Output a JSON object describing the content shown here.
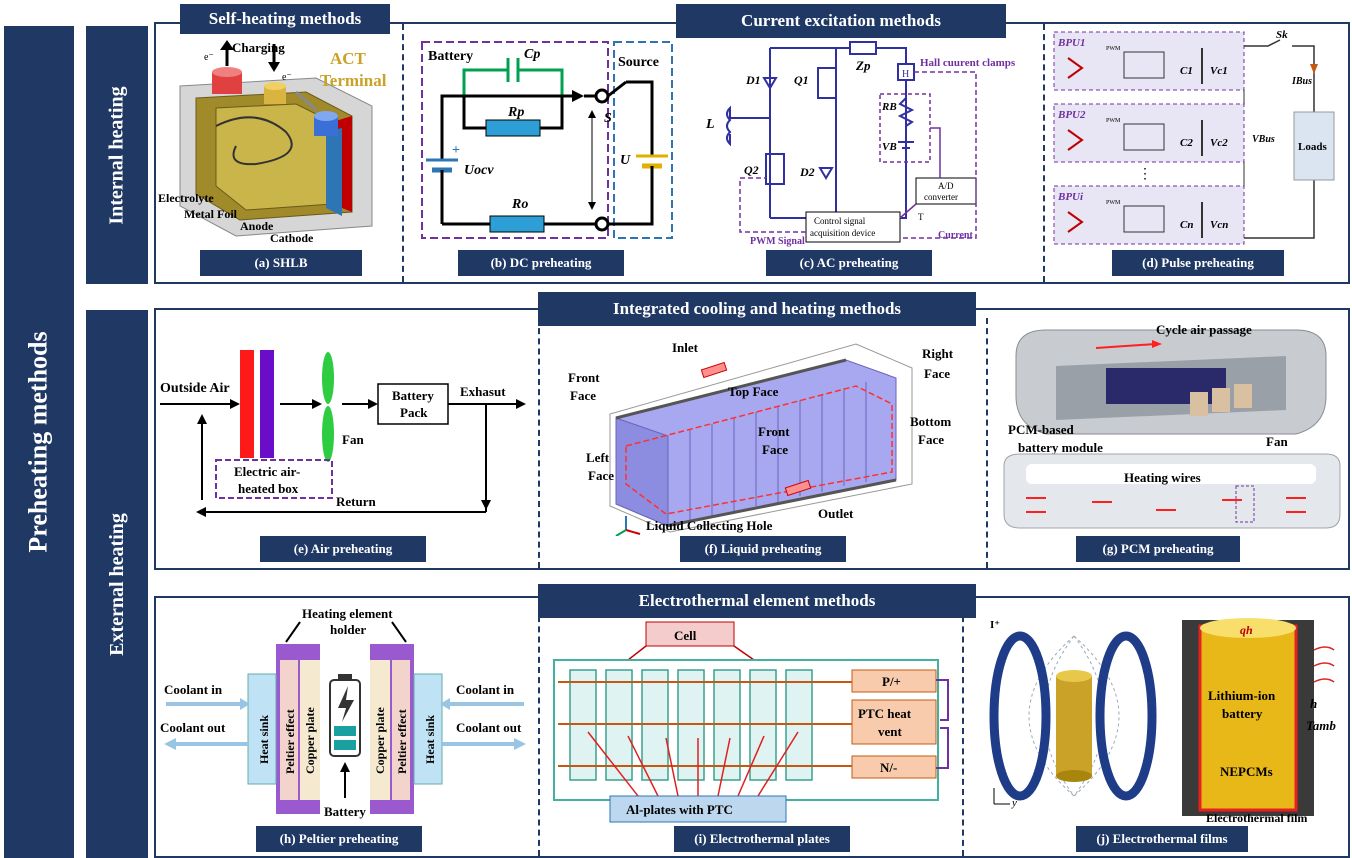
{
  "side": {
    "preheating": "Preheating methods",
    "internal": "Internal heating",
    "external": "External heating"
  },
  "headers": {
    "self_heating": "Self-heating methods",
    "current_excitation": "Current excitation methods",
    "integrated": "Integrated cooling and heating methods",
    "electrothermal": "Electrothermal element methods"
  },
  "captions": {
    "a": "(a) SHLB",
    "b": "(b) DC preheating",
    "c": "(c) AC preheating",
    "d": "(d) Pulse preheating",
    "e": "(e) Air preheating",
    "f": "(f) Liquid preheating",
    "g": "(g) PCM preheating",
    "h": "(h) Peltier preheating",
    "i": "(i) Electrothermal plates",
    "j": "(j) Electrothermal films"
  },
  "a_labels": {
    "charging": "Charging",
    "act1": "ACT",
    "act2": "Terminal",
    "electrolyte": "Electrolyte",
    "metal_foil": "Metal Foil",
    "anode": "Anode",
    "cathode": "Cathode",
    "e1": "e⁻",
    "e2": "e⁻"
  },
  "b_labels": {
    "battery": "Battery",
    "source": "Source",
    "cp": "Cp",
    "rp": "Rp",
    "ro": "Ro",
    "uocv": "Uocv",
    "s": "S",
    "u": "U"
  },
  "c_labels": {
    "d1": "D1",
    "q1": "Q1",
    "zp": "Zp",
    "hall": "Hall cuurent clamps",
    "l": "L",
    "rb": "RB",
    "vb": "VB",
    "q2": "Q2",
    "d2": "D2",
    "ad1": "A/D",
    "ad2": "converter",
    "t": "T",
    "ctrl1": "Control signal",
    "ctrl2": "acquisition device",
    "pwm": "PWM Signal",
    "current": "Current"
  },
  "d_labels": {
    "bpu1": "BPU1",
    "bpu2": "BPU2",
    "bpun": "BPUi",
    "c1": "C1",
    "c2": "C2",
    "cn": "Cn",
    "vc1": "Vc1",
    "vc2": "Vc2",
    "vcn": "Vcn",
    "sk": "Sk",
    "ibus": "IBus",
    "vbus": "VBus",
    "loads": "Loads",
    "pwm": "PWM"
  },
  "e_labels": {
    "outside": "Outside Air",
    "fan": "Fan",
    "battery1": "Battery",
    "battery2": "Pack",
    "exhaust": "Exhasut",
    "box1": "Electric air-",
    "box2": "heated box",
    "return": "Return"
  },
  "f_labels": {
    "inlet": "Inlet",
    "front_face": "Front",
    "front_face2": "Face",
    "top": "Top Face",
    "right": "Right",
    "right2": "Face",
    "bottom": "Bottom",
    "bottom2": "Face",
    "front2a": "Front",
    "front2b": "Face",
    "left": "Left",
    "left2": "Face",
    "outlet": "Outlet",
    "hole": "Liquid Collecting Hole"
  },
  "g_labels": {
    "cycle": "Cycle air passage",
    "pcm1": "PCM-based",
    "pcm2": "battery module",
    "fan": "Fan",
    "wires": "Heating wires"
  },
  "h_labels": {
    "holder1": "Heating element",
    "holder2": "holder",
    "cin_l": "Coolant in",
    "cout_l": "Coolant out",
    "cin_r": "Coolant in",
    "cout_r": "Coolant out",
    "sink": "Heat sink",
    "peltier": "Peltier effect",
    "copper": "Copper plate",
    "battery": "Battery"
  },
  "i_labels": {
    "cell": "Cell",
    "p": "P/+",
    "ptc1": "PTC heat",
    "ptc2": "vent",
    "n": "N/-",
    "al": "Al-plates with PTC"
  },
  "j_labels": {
    "li1": "Lithium-ion",
    "li2": "battery",
    "h": "h",
    "tamb": "Tamb",
    "nepcm": "NEPCMs",
    "film": "Electrothermal film",
    "qh": "qh",
    "y": "y",
    "i": "I⁺"
  },
  "colors": {
    "navy": "#1f3864",
    "purple": "#7030a0",
    "blue": "#2e75b6",
    "orange": "#c65911",
    "pink": "#f4cccc"
  }
}
